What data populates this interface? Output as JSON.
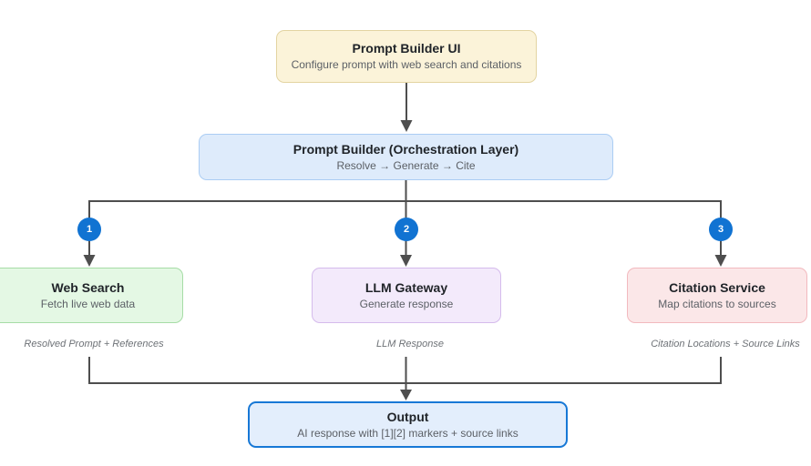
{
  "nodes": {
    "prompt_builder_ui": {
      "title": "Prompt Builder UI",
      "subtitle": "Configure prompt with web search and citations"
    },
    "orchestration": {
      "title": "Prompt Builder (Orchestration Layer)",
      "subtitle": "Resolve → Generate → Cite"
    },
    "web_search": {
      "step": "1",
      "title": "Web Search",
      "subtitle": "Fetch live web data",
      "edge_label": "Resolved Prompt + References"
    },
    "llm_gateway": {
      "step": "2",
      "title": "LLM Gateway",
      "subtitle": "Generate response",
      "edge_label": "LLM Response"
    },
    "citation_service": {
      "step": "3",
      "title": "Citation Service",
      "subtitle": "Map citations to sources",
      "edge_label": "Citation Locations + Source Links"
    },
    "output": {
      "title": "Output",
      "subtitle": "AI response with [1][2] markers + source links"
    }
  },
  "colors": {
    "line": "#4e4e4e",
    "badge-blue": "#1173d2",
    "node-ui-bg": "#fbf3d9",
    "node-ui-border": "#e3d4a2",
    "node-orch-bg": "#deebfb",
    "node-orch-border": "#abcdf3",
    "node-web-bg": "#e4f8e4",
    "node-web-border": "#a6dca6",
    "node-llm-bg": "#f3eafb",
    "node-llm-border": "#d5bbec",
    "node-cite-bg": "#fbe7e8",
    "node-cite-border": "#f2b9be",
    "node-output-bg": "#e3eefc",
    "node-output-border": "#1778d6",
    "title-text": "#1f2328",
    "subtitle-text": "#5c6066",
    "label-text": "#6e7277"
  }
}
